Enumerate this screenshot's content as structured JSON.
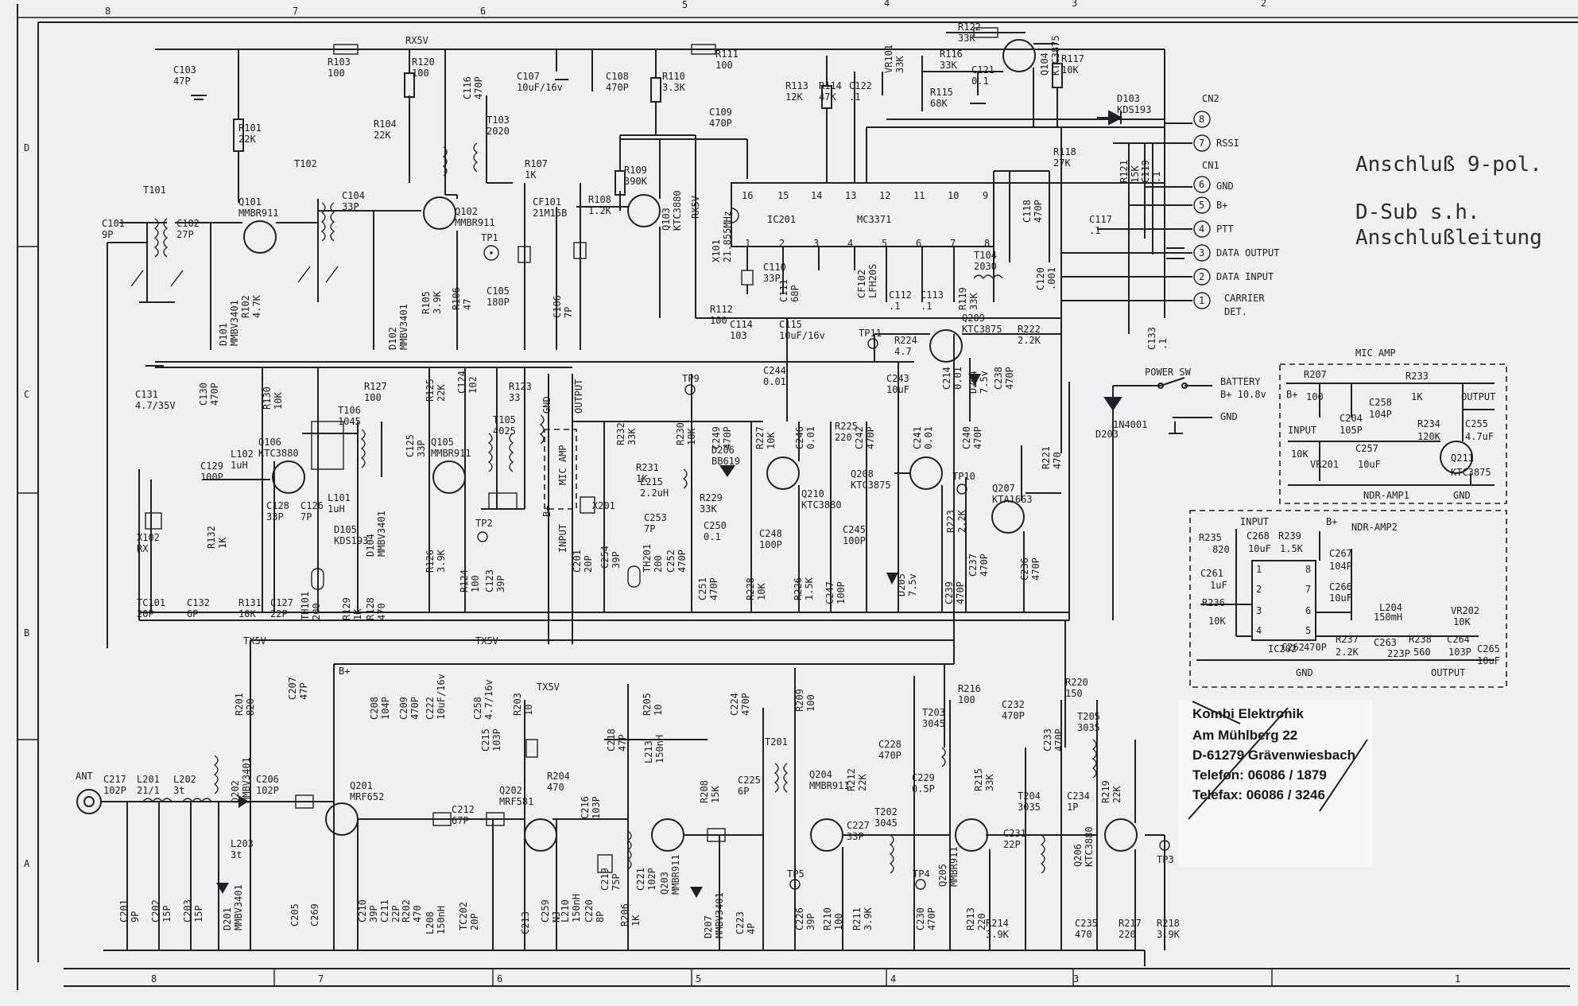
{
  "notes": {
    "line1": "Anschluß 9-pol.",
    "line2": "D-Sub s.h.",
    "line3": "Anschlußleitung"
  },
  "address": {
    "company": "Kombi Elektronik",
    "street": "Am Mühlberg 22",
    "city": "D-61279 Grävenwiesbach",
    "phone": "Telefon: 06086 / 1879",
    "fax": "Telefax: 06086 / 3246"
  },
  "border": {
    "top": [
      "8",
      "7",
      "6",
      "5",
      "4",
      "3",
      "2"
    ],
    "bottom": [
      "8",
      "7",
      "6",
      "5",
      "4",
      "3",
      "1"
    ],
    "left": [
      "D",
      "C",
      "B",
      "A"
    ]
  },
  "rails": {
    "rx5v": "RX5V",
    "tx5v_a": "TX5V",
    "tx5v_b": "TX5V",
    "tx5v_c": "TX5V",
    "rx5v_v": "RX5V",
    "bplus": "B+"
  },
  "connector": {
    "cn2": "CN2",
    "cn1": "CN1",
    "pins": [
      {
        "num": "8",
        "label": ""
      },
      {
        "num": "7",
        "label": "RSSI"
      },
      {
        "num": "6",
        "label": "GND"
      },
      {
        "num": "5",
        "label": "B+"
      },
      {
        "num": "4",
        "label": "PTT"
      },
      {
        "num": "3",
        "label": "DATA OUTPUT"
      },
      {
        "num": "2",
        "label": "DATA INPUT"
      },
      {
        "num": "1",
        "label": "CARRIER"
      }
    ],
    "pin1_extra": "DET."
  },
  "power": {
    "switch": "POWER SW",
    "battery": "BATTERY",
    "battery_v": "B+ 10.8v",
    "gnd": "GND",
    "diode": "D203",
    "diode_type": "1N4001"
  },
  "mic_amp": {
    "title": "MIC AMP",
    "bplus": "B+",
    "input": "INPUT",
    "output": "OUTPUT",
    "gnd": "GND",
    "name": "NDR-AMP1",
    "parts": [
      "R207",
      "100",
      "R233",
      "1K",
      "C204",
      "105P",
      "C258",
      "104P",
      "C255",
      "4.7uF",
      "R234",
      "120K",
      "C257",
      "10uF",
      "VR201",
      "10K",
      "Q211",
      "KTC3875"
    ]
  },
  "ndr_amp2": {
    "title": "NDR-AMP2",
    "input": "INPUT",
    "bplus": "B+",
    "gnd": "GND",
    "output": "OUTPUT",
    "ic": "IC202",
    "parts": [
      "R235",
      "820",
      "C261",
      "1uF",
      "C268",
      "10uF",
      "R239",
      "1.5K",
      "C267",
      "104P",
      "C266",
      "10uF",
      "R236",
      "10K",
      "L204",
      "150mH",
      "VR202",
      "10K",
      "C262",
      "470P",
      "R237",
      "2.2K",
      "C263",
      "223P",
      "R238",
      "560",
      "C264",
      "103P",
      "C265",
      "10uF"
    ],
    "pins": [
      "1",
      "2",
      "3",
      "4",
      "5",
      "6",
      "7",
      "8"
    ]
  },
  "ic201": {
    "name": "IC201",
    "type": "MC3371",
    "pins_top": [
      "16",
      "15",
      "14",
      "13",
      "12",
      "11",
      "10",
      "9"
    ],
    "pins_bottom": [
      "1",
      "2",
      "3",
      "4",
      "5",
      "6",
      "7",
      "8"
    ]
  },
  "labels_small": {
    "tp1": "TP1",
    "tp2": "TP2",
    "tp3": "TP3",
    "tp4": "TP4",
    "tp5": "TP5",
    "tp9": "TP9",
    "tp10": "TP10",
    "tp11": "TP11",
    "ant": "ANT",
    "gnd_v": "GND",
    "output_v": "OUTPUT",
    "mic_amp_v": "MIC AMP",
    "input_v": "INPUT",
    "bplus_v": "B+"
  },
  "parts": [
    {
      "ref": "R122",
      "val": "33K"
    },
    {
      "ref": "R117",
      "val": "10K"
    },
    {
      "ref": "Q104",
      "val": "KTC3875"
    },
    {
      "ref": "VR101",
      "val": "33K"
    },
    {
      "ref": "R116",
      "val": "33K"
    },
    {
      "ref": "C121",
      "val": "0.1"
    },
    {
      "ref": "R115",
      "val": "68K"
    },
    {
      "ref": "R113",
      "val": "12K"
    },
    {
      "ref": "R114",
      "val": "47K"
    },
    {
      "ref": "C122",
      "val": ".1"
    },
    {
      "ref": "R111",
      "val": "100"
    },
    {
      "ref": "R110",
      "val": "3.3K"
    },
    {
      "ref": "C109",
      "val": "470P"
    },
    {
      "ref": "C108",
      "val": "470P"
    },
    {
      "ref": "C107",
      "val": "10uF/16v"
    },
    {
      "ref": "R120",
      "val": "100"
    },
    {
      "ref": "C116",
      "val": "470P"
    },
    {
      "ref": "R103",
      "val": "100"
    },
    {
      "ref": "C103",
      "val": "47P"
    },
    {
      "ref": "R101",
      "val": "22K"
    },
    {
      "ref": "R104",
      "val": "22K"
    },
    {
      "ref": "T103",
      "val": "2020"
    },
    {
      "ref": "R107",
      "val": "1K"
    },
    {
      "ref": "R109",
      "val": "390K"
    },
    {
      "ref": "Q103",
      "val": "KTC3880"
    },
    {
      "ref": "CF101",
      "val": "21M15B"
    },
    {
      "ref": "R108",
      "val": "1.2K"
    },
    {
      "ref": "T101",
      "val": ""
    },
    {
      "ref": "T102",
      "val": ""
    },
    {
      "ref": "C101",
      "val": "9P"
    },
    {
      "ref": "C102",
      "val": "27P"
    },
    {
      "ref": "Q101",
      "val": "MMBR911"
    },
    {
      "ref": "C104",
      "val": "33P"
    },
    {
      "ref": "Q102",
      "val": "MMBR911"
    },
    {
      "ref": "D101",
      "val": "MMBV3401"
    },
    {
      "ref": "R102",
      "val": "4.7K"
    },
    {
      "ref": "D102",
      "val": "MMBV3401"
    },
    {
      "ref": "R105",
      "val": "3.9K"
    },
    {
      "ref": "R106",
      "val": "47"
    },
    {
      "ref": "C105",
      "val": "180P"
    },
    {
      "ref": "C106",
      "val": "7P"
    },
    {
      "ref": "X101",
      "val": "21.855MHz"
    },
    {
      "ref": "C110",
      "val": "33P"
    },
    {
      "ref": "C111",
      "val": "68P"
    },
    {
      "ref": "CF102",
      "val": "LFH20S"
    },
    {
      "ref": "C112",
      "val": ".1"
    },
    {
      "ref": "C113",
      "val": ".1"
    },
    {
      "ref": "R119",
      "val": "33K"
    },
    {
      "ref": "T104",
      "val": "2030"
    },
    {
      "ref": "C118",
      "val": "470P"
    },
    {
      "ref": "C120",
      "val": ".001"
    },
    {
      "ref": "R112",
      "val": "100"
    },
    {
      "ref": "C114",
      "val": "103"
    },
    {
      "ref": "C115",
      "val": "10uF/16v"
    },
    {
      "ref": "D103",
      "val": "KDS193"
    },
    {
      "ref": "R118",
      "val": "27K"
    },
    {
      "ref": "R121",
      "val": "15K"
    },
    {
      "ref": "C119",
      "val": ".1"
    },
    {
      "ref": "C117",
      "val": ".1"
    },
    {
      "ref": "C133",
      "val": ".1"
    },
    {
      "ref": "C131",
      "val": "4.7/35V"
    },
    {
      "ref": "C130",
      "val": "470P"
    },
    {
      "ref": "R130",
      "val": "10K"
    },
    {
      "ref": "R127",
      "val": "100"
    },
    {
      "ref": "R125",
      "val": "22K"
    },
    {
      "ref": "C124",
      "val": "102"
    },
    {
      "ref": "R123",
      "val": "33"
    },
    {
      "ref": "T105",
      "val": "4025"
    },
    {
      "ref": "T106",
      "val": "1045"
    },
    {
      "ref": "Q106",
      "val": "KTC3880"
    },
    {
      "ref": "C125",
      "val": "33P"
    },
    {
      "ref": "Q105",
      "val": "MMBR911"
    },
    {
      "ref": "C129",
      "val": "100P"
    },
    {
      "ref": "L102",
      "val": "1uH"
    },
    {
      "ref": "C128",
      "val": "33P"
    },
    {
      "ref": "C126",
      "val": "7P"
    },
    {
      "ref": "L101",
      "val": "1uH"
    },
    {
      "ref": "D105",
      "val": "KDS193"
    },
    {
      "ref": "D104",
      "val": "MMBV3401"
    },
    {
      "ref": "X102",
      "val": "RX"
    },
    {
      "ref": "R132",
      "val": "1K"
    },
    {
      "ref": "TC101",
      "val": "20P"
    },
    {
      "ref": "C132",
      "val": "6P"
    },
    {
      "ref": "R131",
      "val": "10K"
    },
    {
      "ref": "C127",
      "val": "22P"
    },
    {
      "ref": "TH101",
      "val": "200"
    },
    {
      "ref": "R129",
      "val": "1K"
    },
    {
      "ref": "R128",
      "val": "470"
    },
    {
      "ref": "R126",
      "val": "3.9K"
    },
    {
      "ref": "R124",
      "val": "100"
    },
    {
      "ref": "C123",
      "val": "39P"
    },
    {
      "ref": "R232",
      "val": "33K"
    },
    {
      "ref": "R230",
      "val": "10K"
    },
    {
      "ref": "C249",
      "val": "470P"
    },
    {
      "ref": "R227",
      "val": "10K"
    },
    {
      "ref": "C246",
      "val": "0.01"
    },
    {
      "ref": "R225",
      "val": "220"
    },
    {
      "ref": "C242",
      "val": "470P"
    },
    {
      "ref": "C241",
      "val": "0.01"
    },
    {
      "ref": "C240",
      "val": "470P"
    },
    {
      "ref": "R221",
      "val": "470"
    },
    {
      "ref": "R231",
      "val": "1K"
    },
    {
      "ref": "D206",
      "val": "BB619"
    },
    {
      "ref": "L215",
      "val": "2.2uH"
    },
    {
      "ref": "R229",
      "val": "33K"
    },
    {
      "ref": "X201",
      "val": ""
    },
    {
      "ref": "C253",
      "val": "7P"
    },
    {
      "ref": "C250",
      "val": "0.1"
    },
    {
      "ref": "Q210",
      "val": "KTC3880"
    },
    {
      "ref": "Q208",
      "val": "KTC3875"
    },
    {
      "ref": "Q207",
      "val": "KTA1663"
    },
    {
      "ref": "C248",
      "val": "100P"
    },
    {
      "ref": "C245",
      "val": "100P"
    },
    {
      "ref": "R223",
      "val": "2.2K"
    },
    {
      "ref": "C237",
      "val": "470P"
    },
    {
      "ref": "C236",
      "val": "470P"
    },
    {
      "ref": "C201",
      "val": "20P"
    },
    {
      "ref": "C254",
      "val": "39P"
    },
    {
      "ref": "TH201",
      "val": "200"
    },
    {
      "ref": "C252",
      "val": "470P"
    },
    {
      "ref": "C251",
      "val": "470P"
    },
    {
      "ref": "R228",
      "val": "10K"
    },
    {
      "ref": "R226",
      "val": "1.5K"
    },
    {
      "ref": "C247",
      "val": "100P"
    },
    {
      "ref": "D205",
      "val": "7.5v"
    },
    {
      "ref": "C239",
      "val": "470P"
    },
    {
      "ref": "C244",
      "val": "0.01"
    },
    {
      "ref": "C243",
      "val": "10uF"
    },
    {
      "ref": "R224",
      "val": "4.7"
    },
    {
      "ref": "Q209",
      "val": "KTC3875"
    },
    {
      "ref": "R222",
      "val": "2.2K"
    },
    {
      "ref": "C214",
      "val": "0.01"
    },
    {
      "ref": "D204",
      "val": "7.5v"
    },
    {
      "ref": "C238",
      "val": "470P"
    },
    {
      "ref": "R201",
      "val": "820"
    },
    {
      "ref": "C207",
      "val": "47P"
    },
    {
      "ref": "C208",
      "val": "104P"
    },
    {
      "ref": "C209",
      "val": "470P"
    },
    {
      "ref": "C222",
      "val": "10uF/16v"
    },
    {
      "ref": "C258b",
      "val": "4.7/16v"
    },
    {
      "ref": "R203",
      "val": "10"
    },
    {
      "ref": "R205",
      "val": "10"
    },
    {
      "ref": "C224",
      "val": "470P"
    },
    {
      "ref": "R209",
      "val": "100"
    },
    {
      "ref": "R216",
      "val": "100"
    },
    {
      "ref": "R220",
      "val": "150"
    },
    {
      "ref": "T203",
      "val": "3045"
    },
    {
      "ref": "C232",
      "val": "470P"
    },
    {
      "ref": "T205",
      "val": "3035"
    },
    {
      "ref": "C233",
      "val": "470P"
    },
    {
      "ref": "C215",
      "val": "103P"
    },
    {
      "ref": "C218",
      "val": "47P"
    },
    {
      "ref": "L213",
      "val": "150nH"
    },
    {
      "ref": "T201",
      "val": ""
    },
    {
      "ref": "C228",
      "val": "470P"
    },
    {
      "ref": "D202",
      "val": "MMBV3401"
    },
    {
      "ref": "R204",
      "val": "470"
    },
    {
      "ref": "Q204",
      "val": "MMBR911"
    },
    {
      "ref": "R212",
      "val": "22K"
    },
    {
      "ref": "C229",
      "val": "0.5P"
    },
    {
      "ref": "R215",
      "val": "33K"
    },
    {
      "ref": "C217",
      "val": "102P"
    },
    {
      "ref": "L201",
      "val": "21/1"
    },
    {
      "ref": "L202",
      "val": "3t"
    },
    {
      "ref": "C206",
      "val": "102P"
    },
    {
      "ref": "Q201",
      "val": "MRF652"
    },
    {
      "ref": "Q202",
      "val": "MRF581"
    },
    {
      "ref": "C216",
      "val": "103P"
    },
    {
      "ref": "R208",
      "val": "15K"
    },
    {
      "ref": "C225",
      "val": "6P"
    },
    {
      "ref": "C227",
      "val": "33P"
    },
    {
      "ref": "T202",
      "val": "3045"
    },
    {
      "ref": "C231",
      "val": "22P"
    },
    {
      "ref": "T204",
      "val": "3035"
    },
    {
      "ref": "C234",
      "val": "1P"
    },
    {
      "ref": "R219",
      "val": "22K"
    },
    {
      "ref": "L203",
      "val": "3t"
    },
    {
      "ref": "C212",
      "val": "67P"
    },
    {
      "ref": "Q203",
      "val": "MMBR911"
    },
    {
      "ref": "Q205",
      "val": "MMBR911"
    },
    {
      "ref": "Q206",
      "val": "KTC3880"
    },
    {
      "ref": "C201b",
      "val": "9P"
    },
    {
      "ref": "C202",
      "val": "15P"
    },
    {
      "ref": "C203",
      "val": "15P"
    },
    {
      "ref": "D201",
      "val": "MMBV3401"
    },
    {
      "ref": "C205",
      "val": ""
    },
    {
      "ref": "C269",
      "val": ""
    },
    {
      "ref": "C210",
      "val": "39P"
    },
    {
      "ref": "C211",
      "val": "22P"
    },
    {
      "ref": "R202",
      "val": "470"
    },
    {
      "ref": "L208",
      "val": "150nH"
    },
    {
      "ref": "TC202",
      "val": "20P"
    },
    {
      "ref": "C213",
      "val": ""
    },
    {
      "ref": "C259",
      "val": "NJ"
    },
    {
      "ref": "L210",
      "val": "150nH"
    },
    {
      "ref": "C220",
      "val": "8P"
    },
    {
      "ref": "C219",
      "val": "75P"
    },
    {
      "ref": "R206",
      "val": "1K"
    },
    {
      "ref": "C221",
      "val": "102P"
    },
    {
      "ref": "D207",
      "val": "MMBV3401"
    },
    {
      "ref": "C223",
      "val": "4P"
    },
    {
      "ref": "C226",
      "val": "39P"
    },
    {
      "ref": "R210",
      "val": "100"
    },
    {
      "ref": "R211",
      "val": "3.9K"
    },
    {
      "ref": "C230",
      "val": "470P"
    },
    {
      "ref": "R213",
      "val": "220"
    },
    {
      "ref": "R214",
      "val": "3.9K"
    },
    {
      "ref": "C235",
      "val": "470"
    },
    {
      "ref": "R217",
      "val": "220"
    },
    {
      "ref": "R218",
      "val": "3.9K"
    }
  ]
}
